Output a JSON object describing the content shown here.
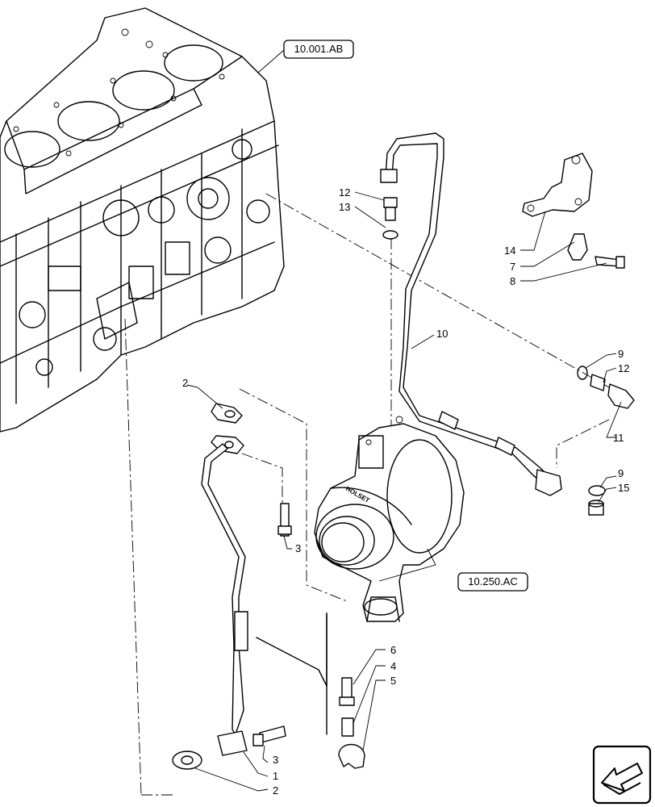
{
  "references": [
    {
      "id": "ref-engine-block",
      "label": "10.001.AB"
    },
    {
      "id": "ref-turbocharger",
      "label": "10.250.AC"
    }
  ],
  "callouts": [
    {
      "id": "c12a",
      "label": "12"
    },
    {
      "id": "c13",
      "label": "13"
    },
    {
      "id": "c10",
      "label": "10"
    },
    {
      "id": "c14",
      "label": "14"
    },
    {
      "id": "c7",
      "label": "7"
    },
    {
      "id": "c8",
      "label": "8"
    },
    {
      "id": "c9a",
      "label": "9"
    },
    {
      "id": "c12b",
      "label": "12"
    },
    {
      "id": "c11",
      "label": "11"
    },
    {
      "id": "c9b",
      "label": "9"
    },
    {
      "id": "c15",
      "label": "15"
    },
    {
      "id": "c2a",
      "label": "2"
    },
    {
      "id": "c3a",
      "label": "3"
    },
    {
      "id": "c6",
      "label": "6"
    },
    {
      "id": "c4",
      "label": "4"
    },
    {
      "id": "c5",
      "label": "5"
    },
    {
      "id": "c3b",
      "label": "3"
    },
    {
      "id": "c1",
      "label": "1"
    },
    {
      "id": "c2b",
      "label": "2"
    }
  ],
  "turbo_brand": "HOLSET",
  "icons": {
    "navigation": "previous-arrow-icon"
  }
}
